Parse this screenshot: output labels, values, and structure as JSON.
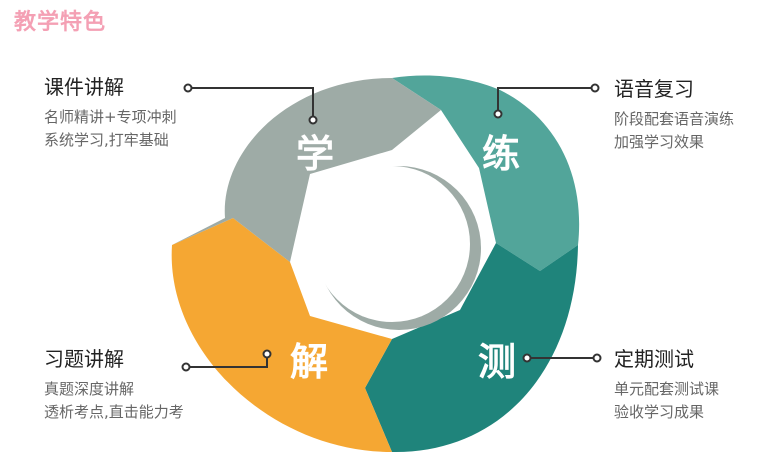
{
  "header": {
    "title": "教学特色"
  },
  "segments": {
    "xue": "学",
    "lian": "练",
    "jie": "解",
    "ce": "测"
  },
  "blocks": {
    "kejian": {
      "heading": "课件讲解",
      "line1": "名师精讲+专项冲刺",
      "line2": "系统学习,打牢基础"
    },
    "xiti": {
      "heading": "习题讲解",
      "line1": "真题深度讲解",
      "line2": "透析考点,直击能力考"
    },
    "yuyin": {
      "heading": "语音复习",
      "line1": "阶段配套语音演练",
      "line2": "加强学习效果"
    },
    "dingqi": {
      "heading": "定期测试",
      "line1": "单元配套测试课",
      "line2": "验收学习成果"
    }
  },
  "colors": {
    "title": "#f4a0b4",
    "gray_segment": "#9eaba6",
    "light_teal_segment": "#52a59a",
    "dark_teal_segment": "#1f847b",
    "orange_segment": "#f5a733",
    "connector": "#333333"
  }
}
